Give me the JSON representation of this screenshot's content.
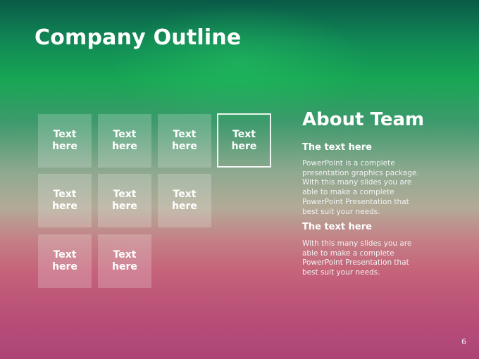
{
  "slide": {
    "title": "Company Outline",
    "page_number": "6",
    "colors": {
      "background_top": "#0a5a48",
      "background_middle": "#b3aa97",
      "background_bottom": "#ad4476",
      "tile_fill": "rgba(255,255,255,0.2)",
      "text": "#ffffff"
    }
  },
  "grid": {
    "tiles": [
      "Text here",
      "Text here",
      "Text here",
      "Text here",
      "Text here",
      "Text here",
      "Text here",
      "Text here",
      "Text here"
    ]
  },
  "about": {
    "heading": "About Team",
    "sections": [
      {
        "subheading": "The text here",
        "paragraph": "PowerPoint is a complete presentation graphics package. With this many slides you are able to make a complete PowerPoint Presentation that best suit your needs."
      },
      {
        "subheading": "The text here",
        "paragraph": "With this many slides you are able to make a complete PowerPoint Presentation that best suit your needs."
      }
    ]
  }
}
